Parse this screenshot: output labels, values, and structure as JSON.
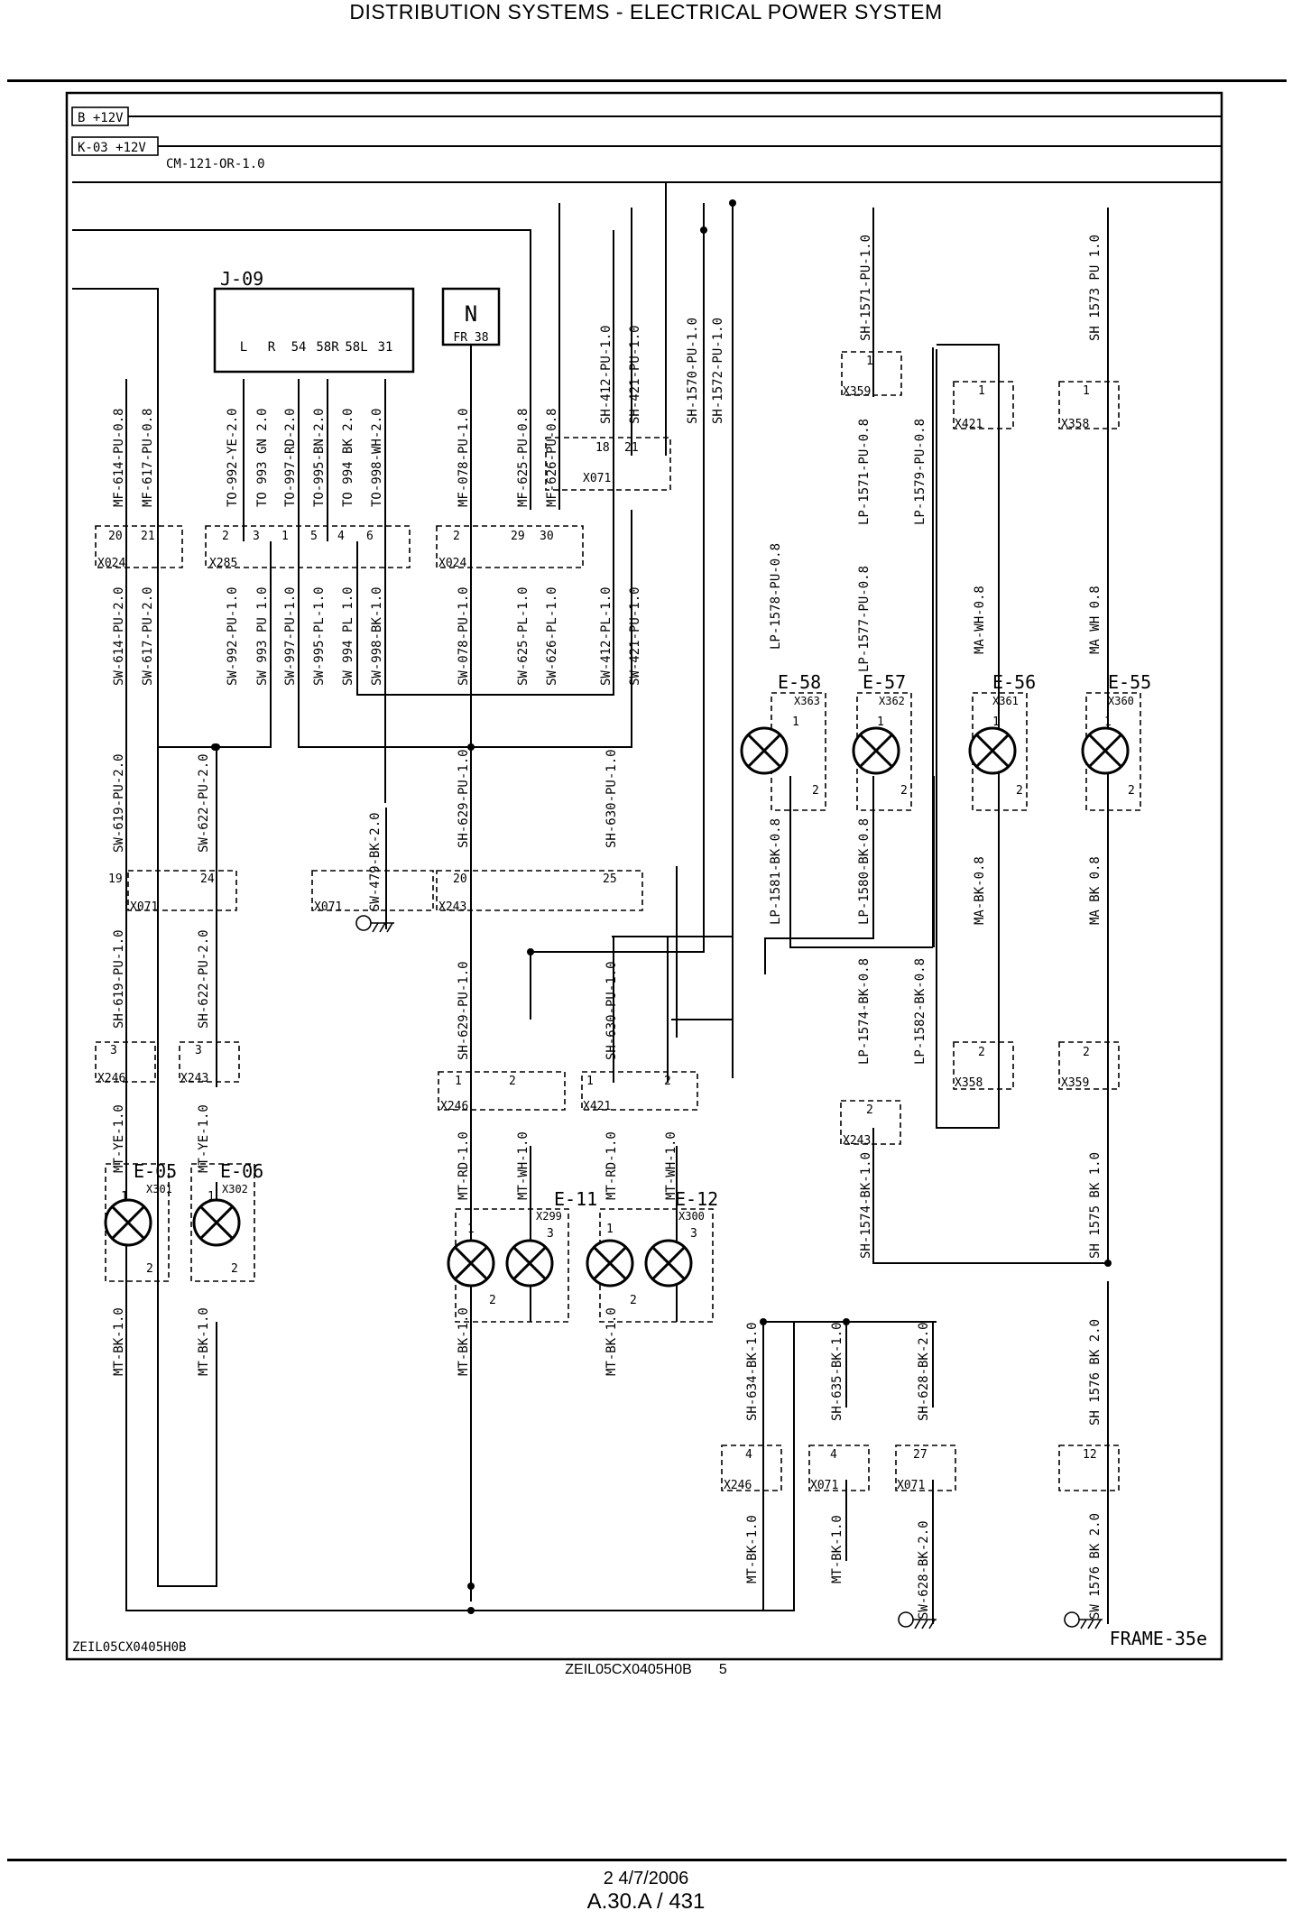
{
  "page": {
    "title": "DISTRIBUTION SYSTEMS - ELECTRICAL POWER SYSTEM",
    "caption_code": "ZEIL05CX0405H0B",
    "caption_number": "5",
    "footer_date": "2 4/7/2006",
    "footer_page": "A.30.A / 431"
  },
  "diagram": {
    "frame_code": "ZEIL05CX0405H0B",
    "frame_label": "FRAME-35e",
    "supplies": [
      {
        "label": "B +12V"
      },
      {
        "label": "K-03 +12V"
      }
    ],
    "supply_wire": "CM-121-OR-1.0",
    "relay": {
      "name": "J-09",
      "pins": [
        "L",
        "R",
        "54",
        "58R",
        "58L",
        "31"
      ]
    },
    "fuse": {
      "name": "N",
      "label": "FR 38"
    },
    "components": [
      {
        "name": "E-05",
        "connector": "X301"
      },
      {
        "name": "E-06",
        "connector": "X302"
      },
      {
        "name": "E-11",
        "connector": "X299"
      },
      {
        "name": "E-12",
        "connector": "X300"
      },
      {
        "name": "E-58",
        "connector": "X363"
      },
      {
        "name": "E-57",
        "connector": "X362"
      },
      {
        "name": "E-56",
        "connector": "X361"
      },
      {
        "name": "E-55",
        "connector": "X360"
      }
    ],
    "connectors": [
      "X024",
      "X285",
      "X024",
      "X071",
      "X359",
      "X421",
      "X358",
      "X071",
      "X071",
      "X243",
      "X246",
      "X243",
      "X246",
      "X421",
      "X358",
      "X359",
      "X243",
      "X246",
      "X071",
      "X071"
    ],
    "pin_numbers": [
      "20",
      "21",
      "2",
      "3",
      "1",
      "5",
      "4",
      "6",
      "2",
      "29",
      "30",
      "18",
      "21",
      "1",
      "1",
      "1",
      "19",
      "24",
      "20",
      "25",
      "3",
      "3",
      "1",
      "2",
      "1",
      "2",
      "2",
      "2",
      "2",
      "1",
      "2",
      "1",
      "2",
      "1",
      "2",
      "3",
      "1",
      "2",
      "3",
      "1",
      "2",
      "1",
      "2",
      "1",
      "2",
      "1",
      "2",
      "4",
      "4",
      "27",
      "12"
    ],
    "wires": [
      "MF-614-PU-0.8",
      "MF-617-PU-0.8",
      "TO-992-YE-2.0",
      "TO 993 GN 2.0",
      "TO-997-RD-2.0",
      "TO-995-BN-2.0",
      "TO 994 BK 2.0",
      "TO-998-WH-2.0",
      "MF-078-PU-1.0",
      "MF-625-PU-0.8",
      "MF-626-PU-0.8",
      "SH-412-PU-1.0",
      "SH-421-PU-1.0",
      "SH-1570-PU-1.0",
      "SH-1572-PU-1.0",
      "SH-1571-PU-1.0",
      "SH 1573 PU 1.0",
      "LP-1571-PU-0.8",
      "LP-1579-PU-0.8",
      "SW-614-PU-2.0",
      "SW-617-PU-2.0",
      "SW-992-PU-1.0",
      "SW 993 PU 1.0",
      "SW-997-PU-1.0",
      "SW-995-PL-1.0",
      "SW 994 PL 1.0",
      "SW-998-BK-1.0",
      "SW-078-PU-1.0",
      "SW-625-PL-1.0",
      "SW-626-PL-1.0",
      "SW-412-PL-1.0",
      "SW-421-PU-1.0",
      "LP-1578-PU-0.8",
      "LP-1577-PU-0.8",
      "MA-WH-0.8",
      "MA WH 0.8",
      "SW-619-PU-2.0",
      "SW-622-PU-2.0",
      "SW-479-BK-2.0",
      "SH-629-PU-1.0",
      "SH-630-PU-1.0",
      "LP-1581-BK-0.8",
      "LP-1580-BK-0.8",
      "MA-BK-0.8",
      "MA BK 0.8",
      "SH-619-PU-1.0",
      "SH-622-PU-2.0",
      "SH-629-PU-1.0",
      "SH-630-PU-1.0",
      "LP-1574-BK-0.8",
      "LP-1582-BK-0.8",
      "MT-YE-1.0",
      "MT-YE-1.0",
      "MT-RD-1.0",
      "MT-WH-1.0",
      "MT-RD-1.0",
      "MT-WH-1.0",
      "SH-1574-BK-1.0",
      "SH 1575 BK 1.0",
      "MT-BK-1.0",
      "MT-BK-1.0",
      "MT-BK-1.0",
      "MT-BK-1.0",
      "SH-634-BK-1.0",
      "SH-635-BK-1.0",
      "SH-628-BK-2.0",
      "SH 1576 BK 2.0",
      "MT-BK-1.0",
      "MT-BK-1.0",
      "SW-628-BK-2.0",
      "SW 1576 BK 2.0"
    ]
  }
}
